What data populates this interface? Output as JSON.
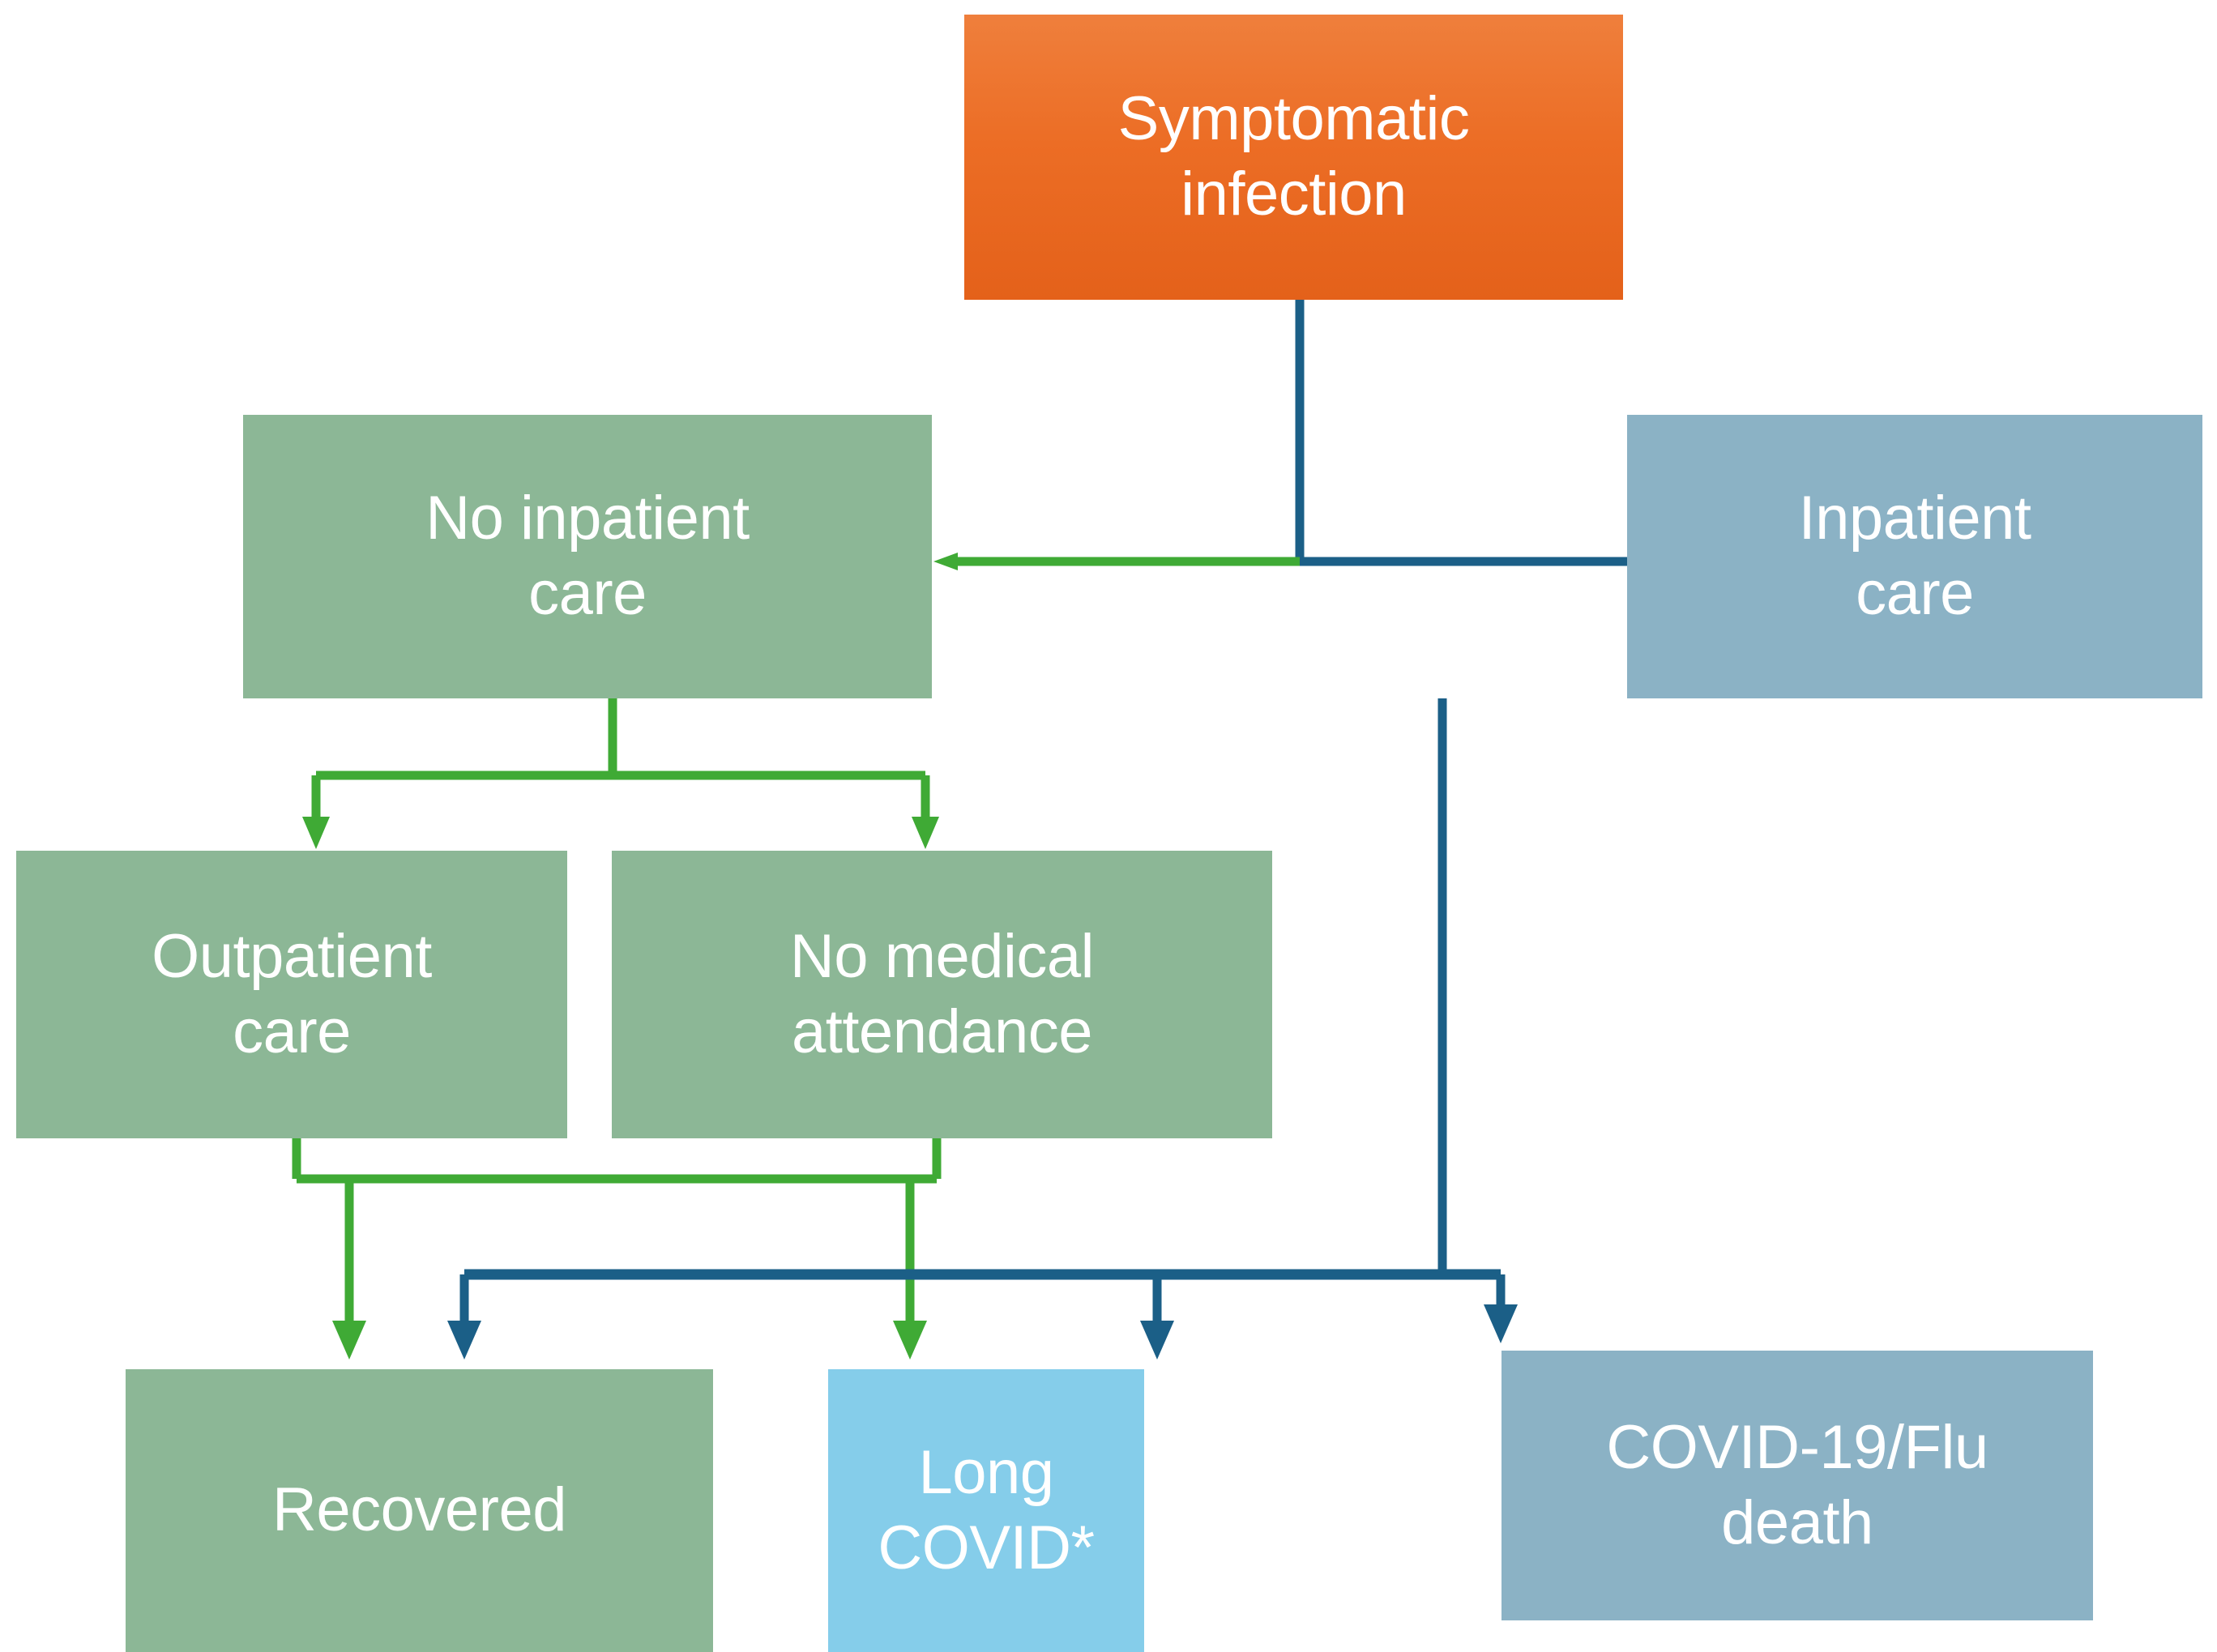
{
  "diagram": {
    "title": "Symptomatic infection care pathway flowchart",
    "colors": {
      "orange_start": "#ef7f3c",
      "orange_end": "#e4611a",
      "green_node": "#8cb796",
      "green_edge": "#3faa35",
      "blue_node": "#8bb2c5",
      "blue_edge": "#1b5f87",
      "light_blue_node": "#85cdea",
      "background": "#ffffff",
      "node_text": "#ffffff"
    },
    "nodes": [
      {
        "id": "symptomatic-infection",
        "label": "Symptomatic\ninfection",
        "fill": "orange"
      },
      {
        "id": "no-inpatient-care",
        "label": "No inpatient\ncare",
        "fill": "green"
      },
      {
        "id": "inpatient-care",
        "label": "Inpatient\ncare",
        "fill": "blue"
      },
      {
        "id": "outpatient-care",
        "label": "Outpatient\ncare",
        "fill": "green"
      },
      {
        "id": "no-medical-attendance",
        "label": "No medical\nattendance",
        "fill": "green"
      },
      {
        "id": "recovered",
        "label": "Recovered",
        "fill": "green"
      },
      {
        "id": "long-covid",
        "label": "Long\nCOVID*",
        "fill": "light_blue"
      },
      {
        "id": "covid-flu-death",
        "label": "COVID-19/Flu\ndeath",
        "fill": "blue"
      }
    ],
    "edges": [
      {
        "from": "symptomatic-infection",
        "to": "no-inpatient-care",
        "color": "green_edge"
      },
      {
        "from": "symptomatic-infection",
        "to": "inpatient-care",
        "color": "blue_edge"
      },
      {
        "from": "no-inpatient-care",
        "to": "outpatient-care",
        "color": "green_edge"
      },
      {
        "from": "no-inpatient-care",
        "to": "no-medical-attendance",
        "color": "green_edge"
      },
      {
        "from": "outpatient-care",
        "to": "recovered",
        "color": "green_edge"
      },
      {
        "from": "no-medical-attendance",
        "to": "long-covid",
        "color": "green_edge"
      },
      {
        "from": "inpatient-care",
        "to": "recovered",
        "color": "blue_edge"
      },
      {
        "from": "inpatient-care",
        "to": "long-covid",
        "color": "blue_edge"
      },
      {
        "from": "inpatient-care",
        "to": "covid-flu-death",
        "color": "blue_edge"
      }
    ]
  }
}
